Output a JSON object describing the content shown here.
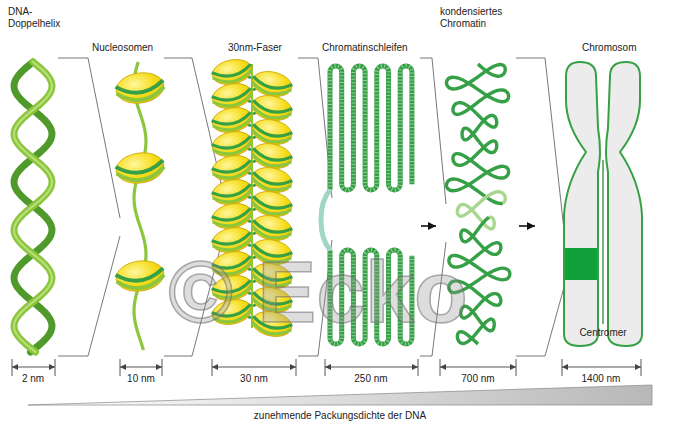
{
  "diagram": {
    "labels": [
      "DNA- Doppelhelix",
      "Nucleosomen",
      "30nm-Faser",
      "Chromatinschleifen",
      "kondensiertes Chromatin",
      "Chromosom",
      "Centromer",
      "2 nm",
      "10 nm",
      "30 nm",
      "250 nm",
      "700 nm",
      "1400 nm",
      "zunehmende Packungsdichte der DNA",
      "© Ecko"
    ]
  }
}
